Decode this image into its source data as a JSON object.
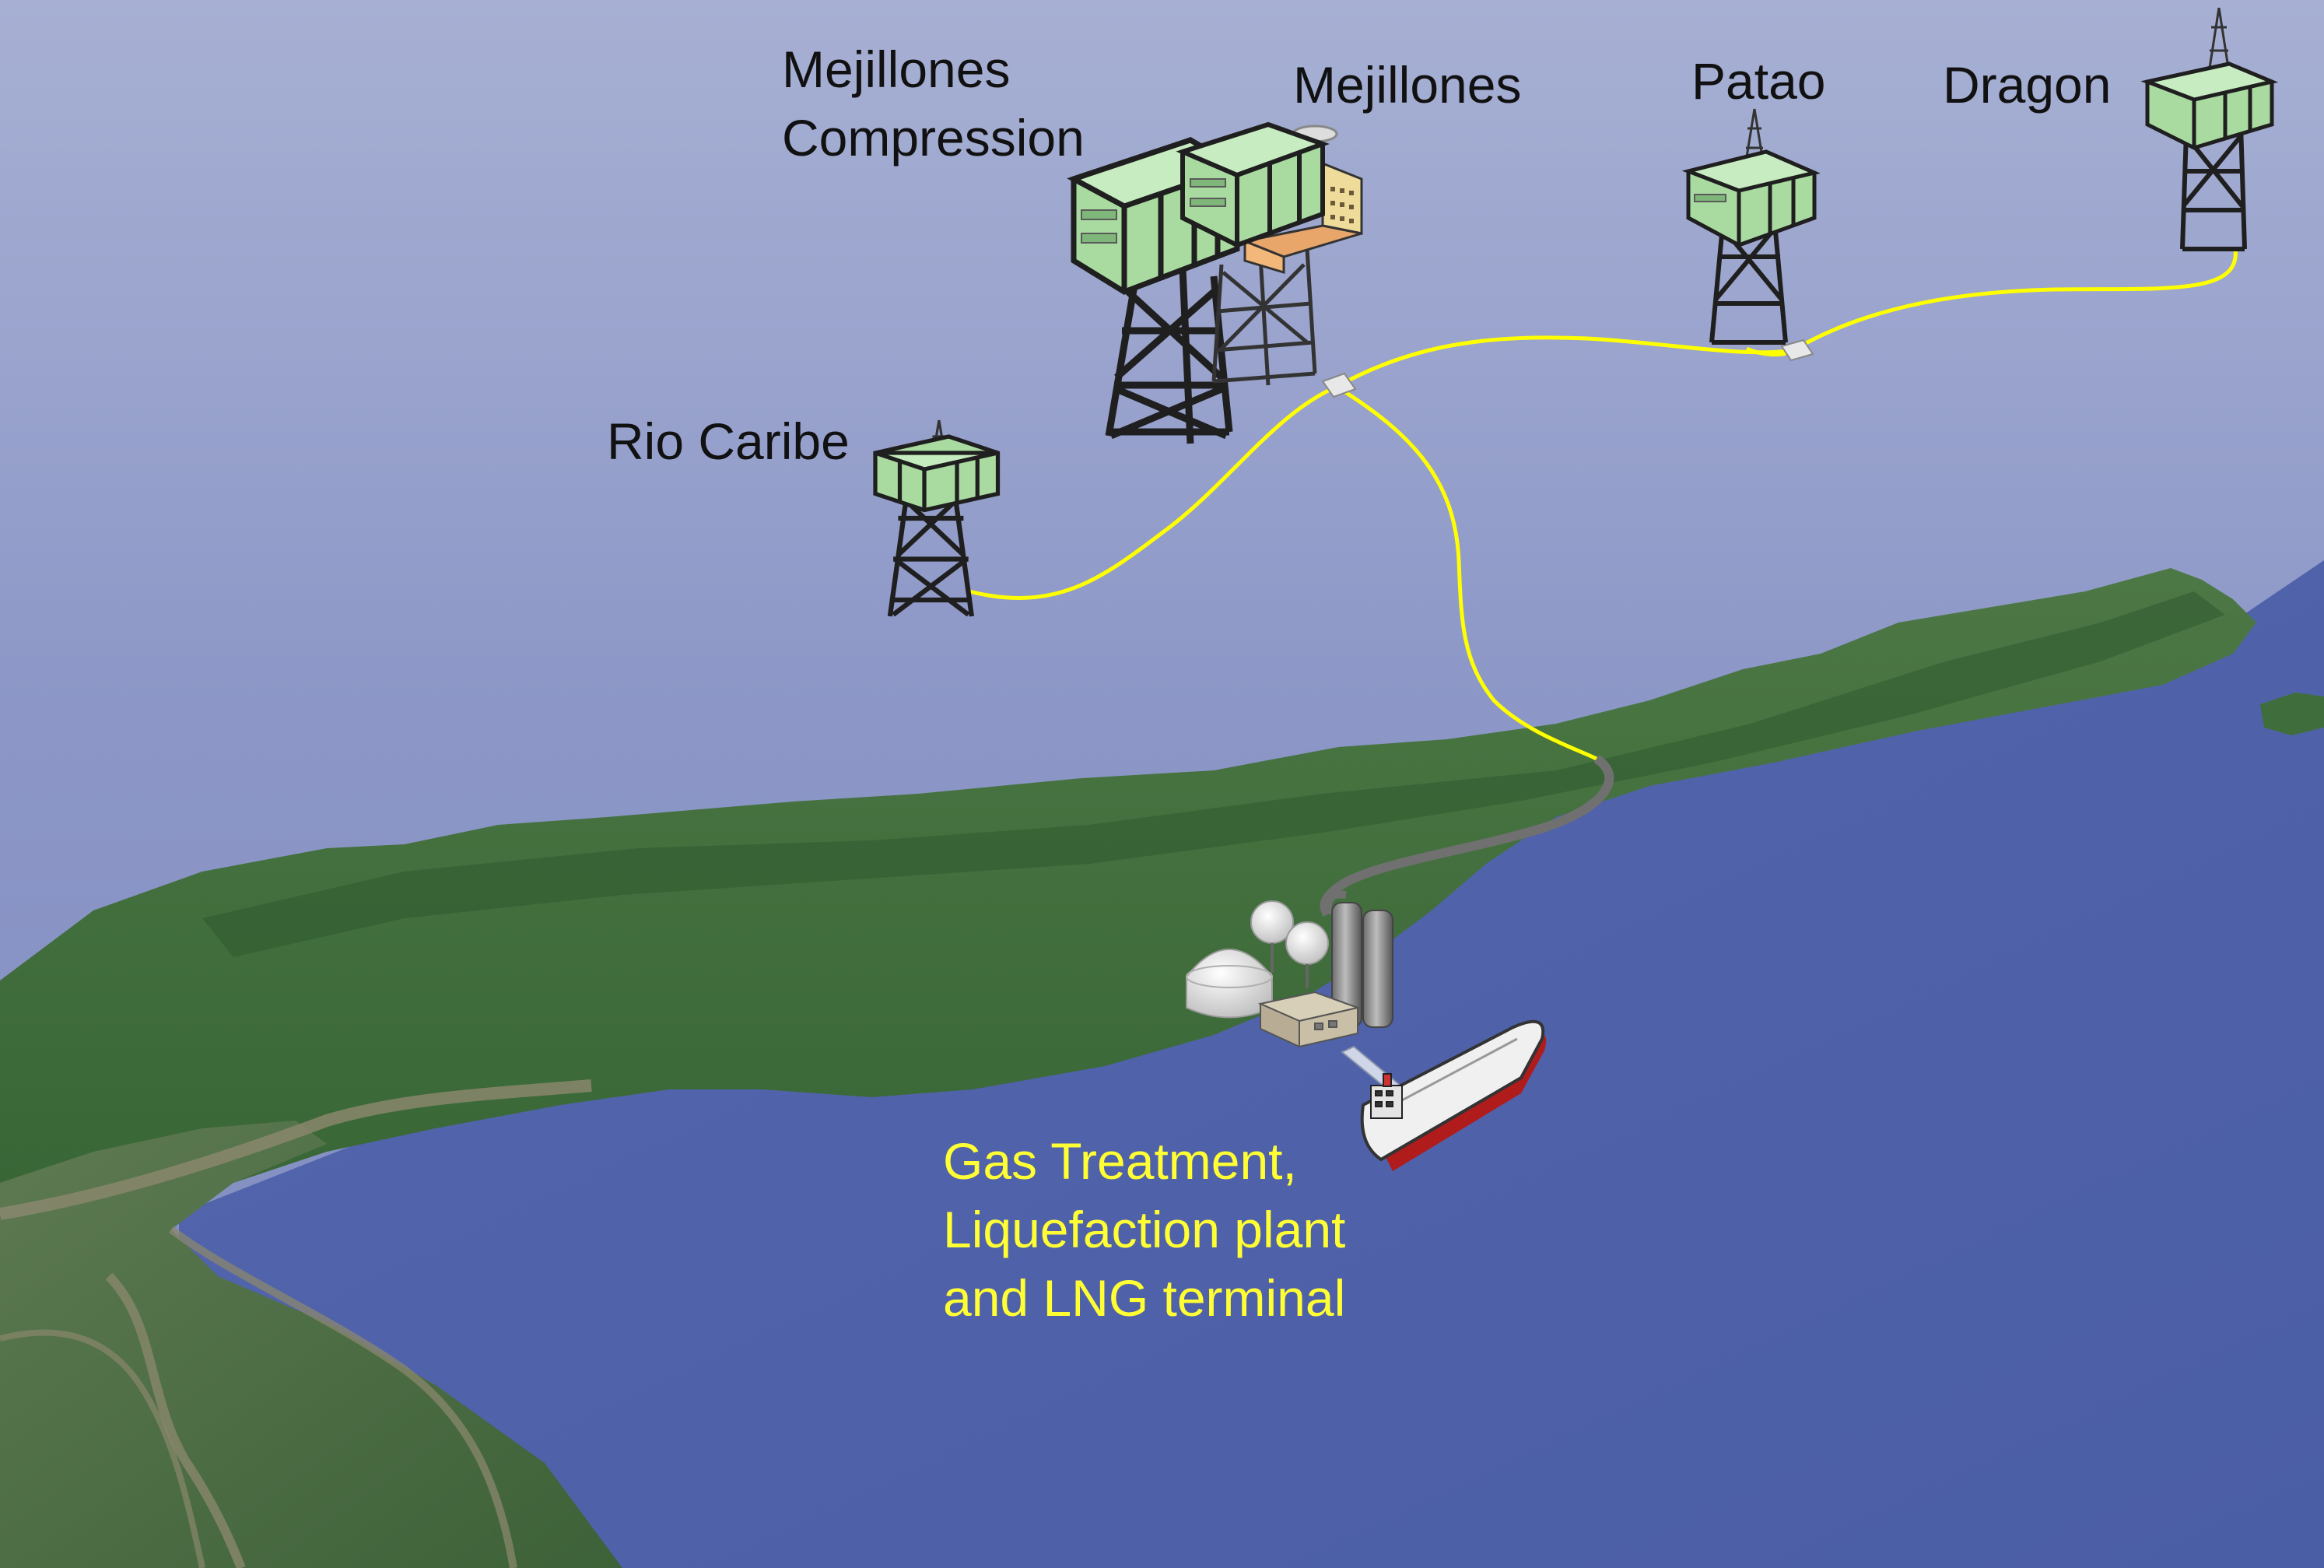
{
  "labels": {
    "mejillones_compression": [
      "Mejillones",
      "Compression"
    ],
    "mejillones": "Mejillones",
    "patao": "Patao",
    "dragon": "Dragon",
    "rio_caribe": "Rio Caribe",
    "plant": [
      "Gas Treatment,",
      "Liquefaction plant",
      "and LNG terminal"
    ]
  },
  "colors": {
    "label_text": "#111111",
    "plant_label": "#ffff33",
    "pipeline": "#ffff00",
    "onshore_pipeline": "#707070",
    "sea": "#4d62a8",
    "sky_sea": "#8e98c7",
    "land": "#3e6b3b",
    "platform_module": "#a9dba1",
    "ship_hull": "#b01c1c"
  },
  "icons": [
    "platform-icon",
    "manifold-icon",
    "lng-plant-icon",
    "lng-tanker-icon"
  ]
}
